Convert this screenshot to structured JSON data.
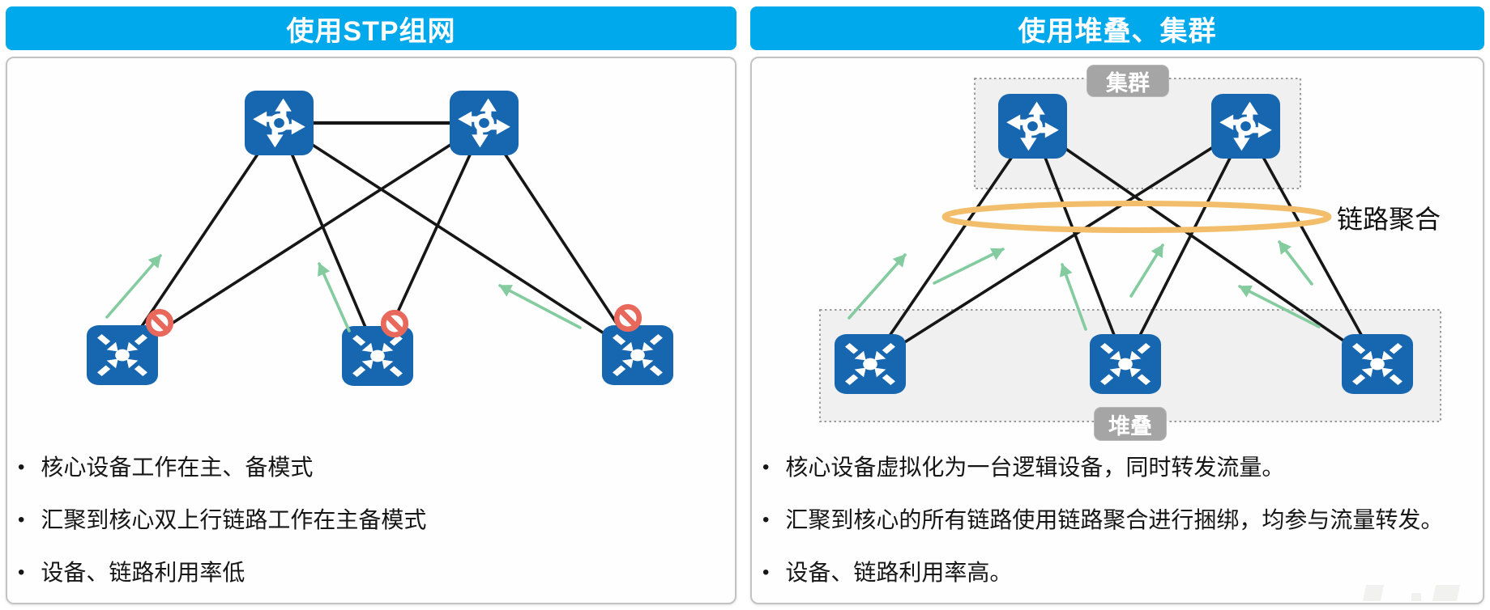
{
  "panels": {
    "left": {
      "title": "使用STP组网",
      "bullets": [
        "核心设备工作在主、备模式",
        "汇聚到核心双上行链路工作在主备模式",
        "设备、链路利用率低"
      ]
    },
    "right": {
      "title": "使用堆叠、集群",
      "cluster_label": "集群",
      "stack_label": "堆叠",
      "lag_label": "链路聚合",
      "bullets": [
        "核心设备虚拟化为一台逻辑设备，同时转发流量。",
        "汇聚到核心的所有链路使用链路聚合进行捆绑，均参与流量转发。",
        "设备、链路利用率高。"
      ]
    }
  },
  "icons": {
    "core_switch": "router-crossed-arrows-icon",
    "access_switch": "switch-inward-arrows-icon",
    "blocked_port": "no-entry-blocked-icon",
    "traffic_flow": "green-arrow-icon",
    "link_aggregation": "orange-ellipse-icon"
  },
  "colors": {
    "header_cyan": "#00A9EC",
    "device_blue": "#1766B0",
    "link_black": "#161616",
    "flow_green": "#85CBA0",
    "blocked_red": "#E8685C",
    "lag_orange": "#F3BE6C",
    "badge_gray": "#A5A5A5"
  }
}
